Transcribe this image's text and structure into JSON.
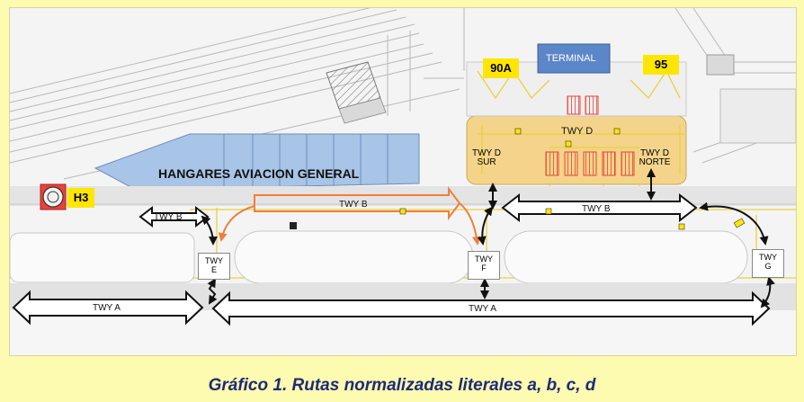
{
  "labels": {
    "terminal": "TERMINAL",
    "gate_90a": "90A",
    "gate_95": "95",
    "twy_d": "TWY D",
    "twy_d_sur": [
      "TWY D",
      "SUR"
    ],
    "twy_d_norte": [
      "TWY D",
      "NORTE"
    ],
    "hangares": "HANGARES AVIACION GENERAL",
    "h3": "H3",
    "twy_b_left": "TWY B",
    "twy_b_mid": "TWY B",
    "twy_b_right": "TWY B",
    "twy_a_left": "TWY A",
    "twy_a_right": "TWY A",
    "twy_e": [
      "TWY",
      "E"
    ],
    "twy_f": [
      "TWY",
      "F"
    ],
    "twy_g": [
      "TWY",
      "G"
    ]
  },
  "caption": "Gráfico 1. Rutas normalizadas literales a, b, c, d",
  "colors": {
    "page_background": "#fdfbb0",
    "apron": "#f3d48a",
    "hangar": "#a8c4e6",
    "route_orange": "#f07f3c",
    "route_black": "#111111",
    "taxi_line": "#e8d23a",
    "stand_red": "#e8423a",
    "caption_text": "#1f2a78"
  }
}
